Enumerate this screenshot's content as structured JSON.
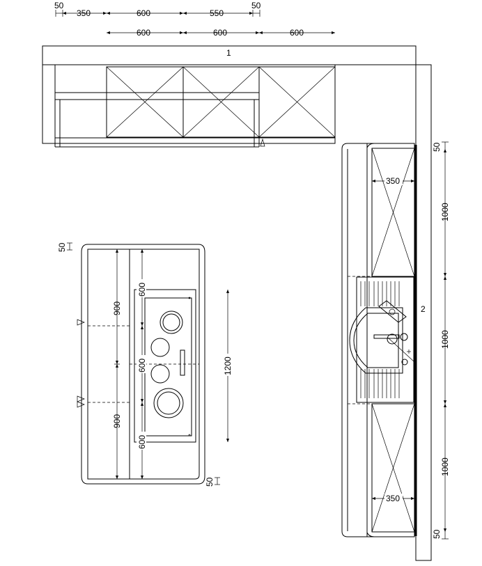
{
  "top_dimensions": {
    "row1": [
      "50",
      "350",
      "600",
      "550",
      "50"
    ],
    "row2": [
      "600",
      "600",
      "600"
    ]
  },
  "wall_labels": {
    "wall_1": "1",
    "wall_2": "2"
  },
  "right_dimensions": {
    "top_gap": "50",
    "segments": [
      "1000",
      "1000",
      "1000"
    ],
    "bottom_gap": "50",
    "depth_upper": "350",
    "depth_lower": "350"
  },
  "island_dimensions": {
    "top_gap": "50",
    "left_segments": [
      "900",
      "900"
    ],
    "inner_segments": [
      "600",
      "600",
      "600"
    ],
    "total_depth": "1200",
    "bottom_gap": "50"
  }
}
